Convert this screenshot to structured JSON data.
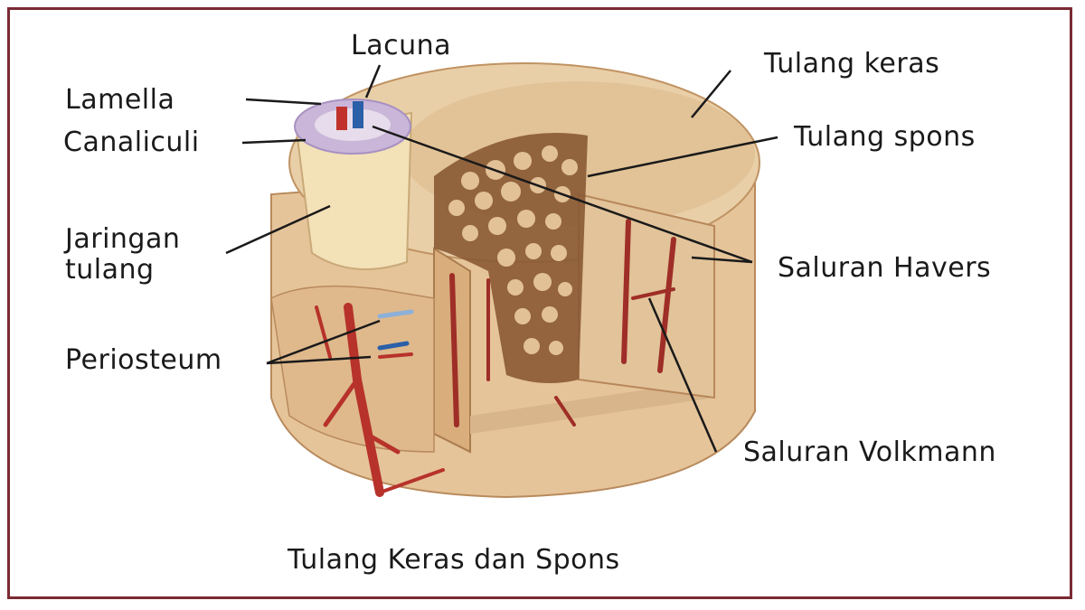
{
  "labels": {
    "lacuna": "Lacuna",
    "lamella": "Lamella",
    "canaliculi": "Canaliculi",
    "jaringan_line1": "Jaringan",
    "jaringan_line2": "tulang",
    "periosteum": "Periosteum",
    "tulang_keras": "Tulang keras",
    "tulang_spons": "Tulang spons",
    "saluran_havers": "Saluran Havers",
    "saluran_volkmann": "Saluran Volkmann"
  },
  "caption": "Tulang Keras dan Spons",
  "colors": {
    "frame": "#7a2a33",
    "bone": "#e8c9a0",
    "bone_dark": "#caa174",
    "vessel_red": "#b7322b",
    "vessel_blue": "#2b5fa8"
  }
}
